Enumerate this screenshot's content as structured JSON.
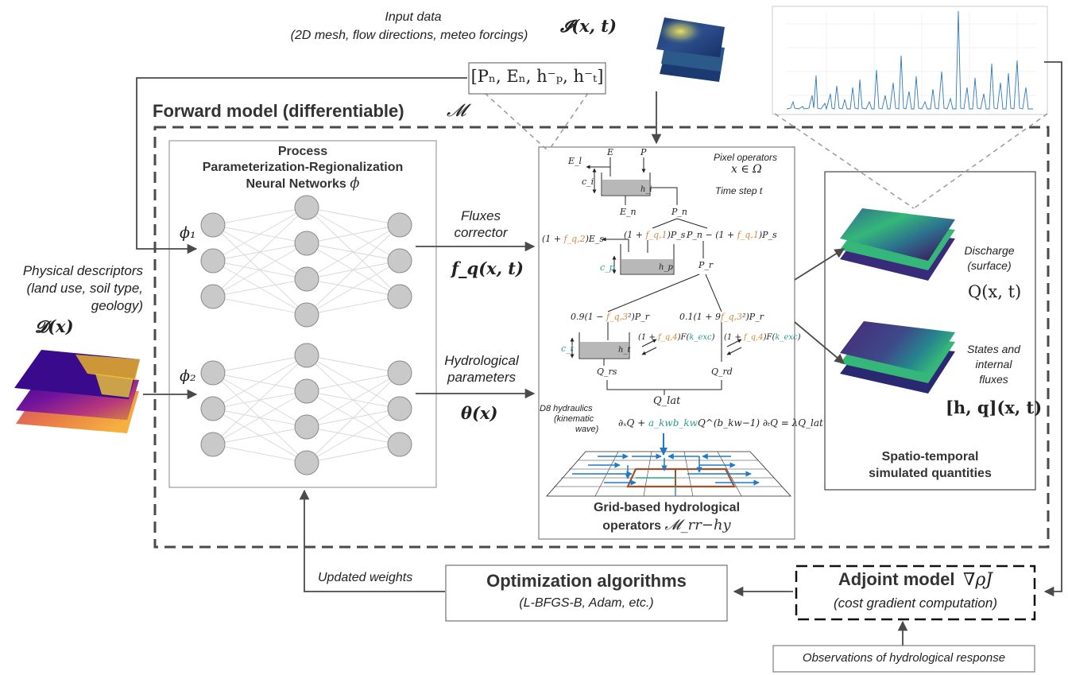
{
  "input": {
    "title": "Input data",
    "subtitle": "(2D mesh, flow directions, meteo forcings)",
    "symbol": "𝓘(x, t)"
  },
  "states_box": "[Pₙ, Eₙ, h⁻ₚ, h⁻ₜ]",
  "forward": {
    "title": "Forward model (differentiable)",
    "symbol": "𝓜"
  },
  "nn": {
    "title_line1": "Process",
    "title_line2": "Parameterization-Regionalization",
    "title_line3": "Neural Networks",
    "symbol": "ϕ",
    "phi1": "ϕ₁",
    "phi2": "ϕ₂"
  },
  "physical": {
    "line1": "Physical descriptors",
    "line2": "(land use, soil type,",
    "line3": "geology)",
    "symbol": "𝓓(x)"
  },
  "fluxes": {
    "line1": "Fluxes",
    "line2": "corrector",
    "symbol": "f_q(x, t)"
  },
  "hydro_params": {
    "line1": "Hydrological",
    "line2": "parameters",
    "symbol": "θ(x)"
  },
  "operators": {
    "pixel_line1": "Pixel operators",
    "pixel_line2": "x ∈ Ω",
    "timestep": "Time step  t",
    "El": "E_l",
    "E": "E",
    "P": "P",
    "ci": "c_i",
    "hi": "h_i",
    "En": "E_n",
    "Pn": "P_n",
    "Es_expr_pre": "(1 + ",
    "fq2": "f_q,2",
    "Es_expr_post": ")E_s",
    "Ps_expr_pre": "(1 + ",
    "fq1": "f_q,1",
    "Ps_expr_post": ")P_s",
    "Pn_minus_pre": "P_n − (1 + ",
    "Pn_minus_post": ")P_s",
    "cp": "c_p",
    "hp": "h_p",
    "Pr": "P_r",
    "left_expr_pre": "0.9(1 − ",
    "fq3": "f_q,3",
    "left_expr_post": "²)P_r",
    "right_expr_pre": "0.1(1 + 9",
    "right_expr_post": "²)P_r",
    "ct": "c_t",
    "ht": "h_t",
    "exc_pre": "(1 + ",
    "fq4": "f_q,4",
    "exc_mid": ")F(",
    "kexc": "k_exc",
    "exc_post": ")",
    "Qrs": "Q_rs",
    "Qrd": "Q_rd",
    "Qlat": "Q_lat",
    "d8_line1": "D8 hydraulics",
    "d8_line2": "(kinematic",
    "d8_line3": "wave)",
    "kw_pre": "∂ₓQ + ",
    "akw": "a_kw",
    "bkw": "b_kw",
    "kw_post": "Q^(b_kw−1) ∂ₜQ = λQ_lat",
    "title_line1": "Grid-based hydrological",
    "title_line2": "operators",
    "symbol": "𝓜_rr−hy"
  },
  "outputs": {
    "discharge_line1": "Discharge",
    "discharge_line2": "(surface)",
    "discharge_symbol": "Q(x, t)",
    "states_line1": "States and",
    "states_line2": "internal",
    "states_line3": "fluxes",
    "states_symbol": "[h, q](x, t)",
    "title_line1": "Spatio-temporal",
    "title_line2": "simulated quantities"
  },
  "optimization": {
    "title": "Optimization algorithms",
    "subtitle": "(L-BFGS-B, Adam, etc.)"
  },
  "updated_weights": "Updated weights",
  "adjoint": {
    "title": "Adjoint model",
    "symbol": "∇ρJ",
    "subtitle": "(cost gradient computation)"
  },
  "observations": "Observations of hydrological response",
  "colors": {
    "accent_teal": "#2a9d8f",
    "accent_orange": "#d08a3e",
    "arrow_blue": "#1f78c8",
    "dark_gray": "#4a4a4a"
  }
}
